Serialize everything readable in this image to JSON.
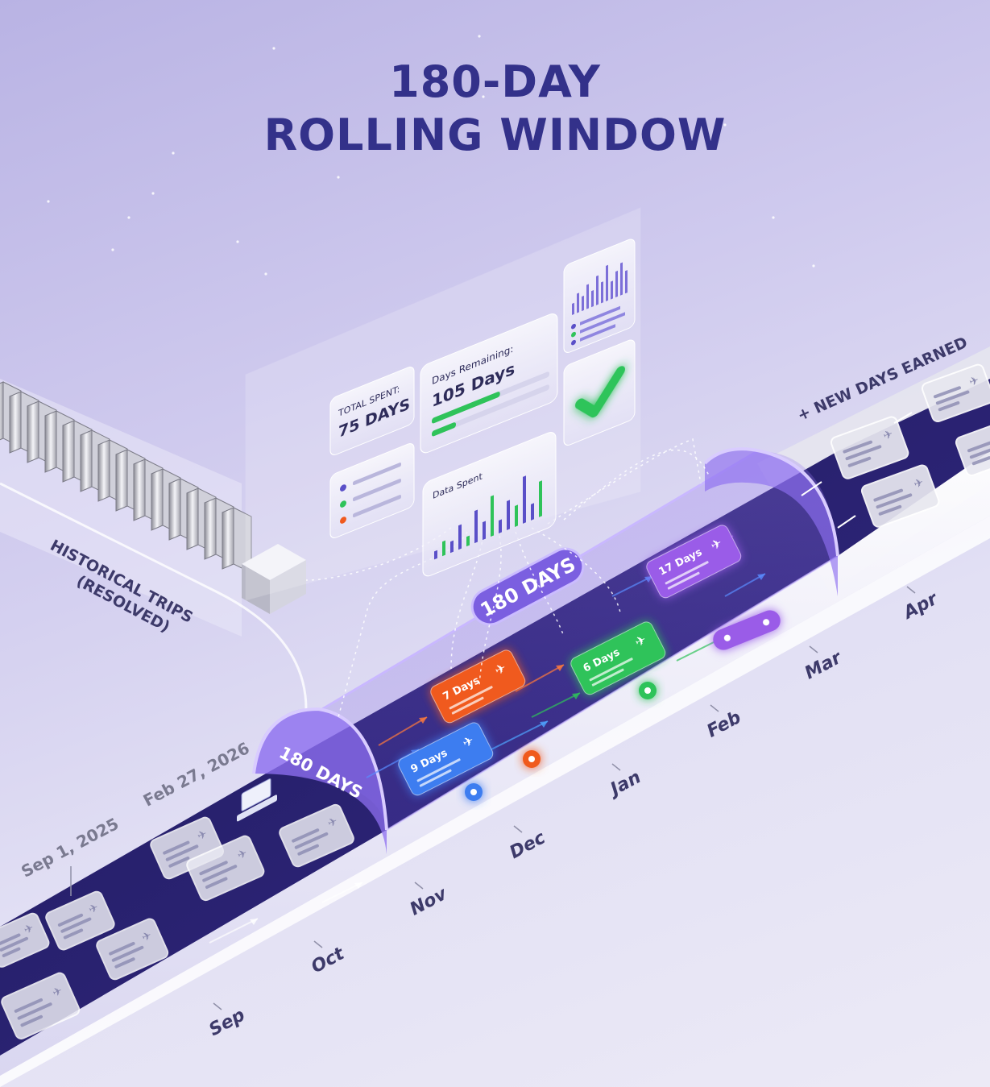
{
  "title": {
    "line1": "180-DAY",
    "line2": "ROLLING WINDOW"
  },
  "labels": {
    "historical": [
      "HISTORICAL TRIPS",
      "(RESOLVED)"
    ],
    "new_days": "+ NEW DAYS EARNED",
    "start_date": "Sep 1, 2025",
    "window_date": "Feb 27, 2026",
    "window_front": "180 DAYS",
    "window_top": "180 DAYS"
  },
  "months": [
    "Sep",
    "Oct",
    "Nov",
    "Dec",
    "Jan",
    "Feb",
    "Mar",
    "Apr"
  ],
  "dashboard": {
    "total_spent_label": "TOTAL SPENT:",
    "total_spent_value": "75 DAYS",
    "days_remaining_label": "Days Remaining:",
    "days_remaining_value": "105 Days",
    "data_spent_label": "Data Spent",
    "remaining_progress": 0.58
  },
  "trips": [
    {
      "label": "9 Days",
      "color": "#3d7df0"
    },
    {
      "label": "7 Days",
      "color": "#f05a1e"
    },
    {
      "label": "6 Days",
      "color": "#2fc35a"
    },
    {
      "label": "17 Days",
      "color": "#9a5ce8"
    }
  ],
  "colors": {
    "title": "#33318a",
    "road": "#2a2470",
    "window": "#8a6ee6",
    "check": "#2ec45a"
  }
}
